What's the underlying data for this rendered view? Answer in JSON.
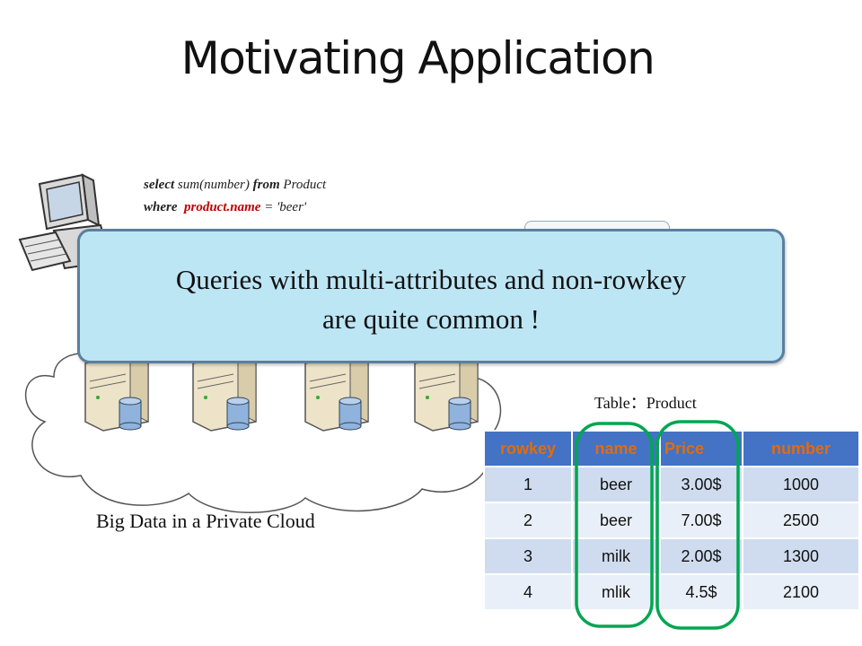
{
  "title": "Motivating Application",
  "query": {
    "line1": {
      "kw1": "select",
      "text1": " sum(number) ",
      "kw2": "from",
      "text2": " Product"
    },
    "line2": {
      "kw1": "where",
      "cond": "product.name",
      "text2": " = 'beer'"
    }
  },
  "callout": {
    "line1": "Queries with multi-attributes  and non-rowkey",
    "line2": "are quite common !"
  },
  "table_caption": "Table：Product",
  "cloud_caption": "Big Data in a Private Cloud",
  "table": {
    "headers": [
      "rowkey",
      "name",
      "Price",
      "number"
    ],
    "rows": [
      [
        "1",
        "beer",
        "3.00$",
        "1000"
      ],
      [
        "2",
        "beer",
        "7.00$",
        "2500"
      ],
      [
        "3",
        "milk",
        "2.00$",
        "1300"
      ],
      [
        "4",
        "mlik",
        "4.5$",
        "2100"
      ]
    ]
  },
  "colors": {
    "header_text": "#e36c0a",
    "highlight": "#00a651",
    "callout_fill": "#bde6f5"
  },
  "icons": [
    "desktop-computer-icon",
    "server-icon",
    "database-cylinder-icon",
    "cloud-icon"
  ]
}
